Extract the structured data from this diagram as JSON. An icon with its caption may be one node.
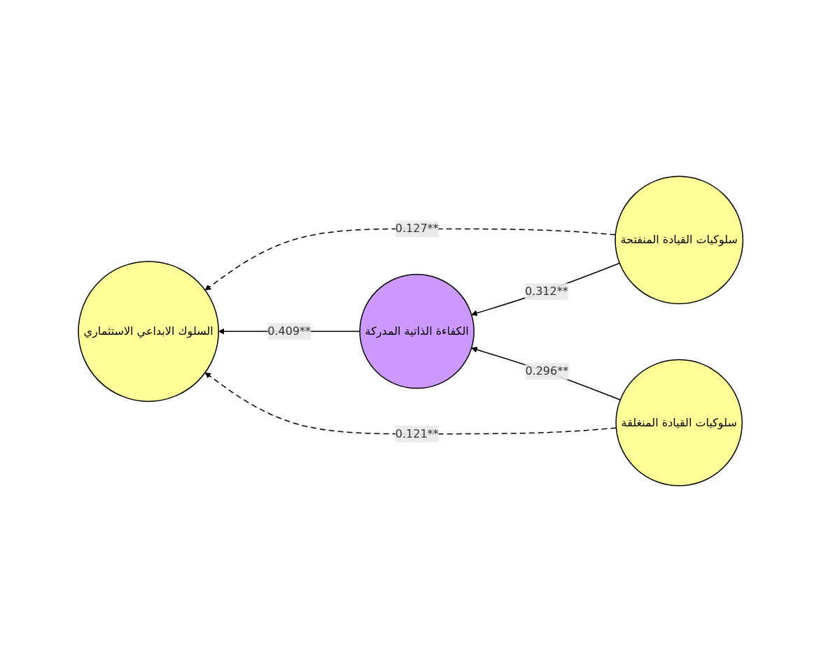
{
  "diagram": {
    "nodes": [
      {
        "text": [
          "سلوكيات القيادة المنفتحة"
        ]
      },
      {
        "text": [
          "السلوك الابداعي الاستثماري"
        ]
      },
      {
        "text": [
          "الكفاءة الذاتية المدركة"
        ]
      },
      {
        "text": [
          "سلوكيات القيادة المنغلقة"
        ]
      }
    ],
    "edges": [
      {
        "from": 0,
        "to": 1,
        "arrow": "to",
        "label": "0.127**",
        "style": "dashed"
      },
      {
        "from": 0,
        "to": 2,
        "arrow": "to",
        "label": "0.312**"
      },
      {
        "from": 2,
        "to": 1,
        "arrow": "to",
        "label": "0.409**"
      },
      {
        "from": 3,
        "to": 2,
        "arrow": "to",
        "label": "0.296**"
      },
      {
        "from": 3,
        "to": 1,
        "arrow": "to",
        "label": "0.121**",
        "style": "dashed"
      }
    ]
  }
}
